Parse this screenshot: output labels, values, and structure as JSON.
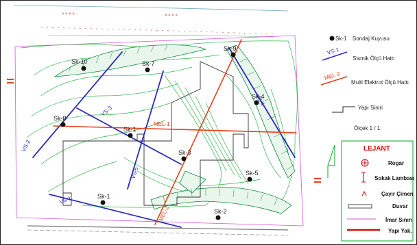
{
  "boreholes": [
    {
      "label": "Sk-10"
    },
    {
      "label": "Sk-7"
    },
    {
      "label": "Sk-9"
    },
    {
      "label": "Sk-4"
    },
    {
      "label": "Sk-8"
    },
    {
      "label": "Sk-1"
    },
    {
      "label": "Sk-3"
    },
    {
      "label": "Sk-5"
    },
    {
      "label": "Sk-1"
    },
    {
      "label": "Sk-2"
    }
  ],
  "seismic_lines": [
    {
      "label": "VS-2"
    },
    {
      "label": "VS-3"
    },
    {
      "label": "VS-4"
    },
    {
      "label": "VS-5"
    },
    {
      "label": "VS-1"
    }
  ],
  "electrode_lines": [
    {
      "label": "MEL-1"
    },
    {
      "label": "MEL-2"
    }
  ],
  "right_key": {
    "borehole_sample": "Sk-1",
    "borehole_text": "Sondaj Kuyusu",
    "seismic_sample": "VS-1",
    "seismic_text": "Sismik Ölçü Hattı",
    "electrode_sample": "MEL-2",
    "electrode_text": "Multi Elektrot Ölçü Hattı",
    "building_text": "Yapı Siniri",
    "scale_text": "Ölçek 1 / 1"
  },
  "legend": {
    "title": "LEJANT",
    "items": [
      "Rogar",
      "Sokak Lambası",
      "Çayır Çimen",
      "Duvar",
      "İmar Sınırı",
      "Yapı Yak."
    ]
  },
  "colors": {
    "seismic": "#2b2bbf",
    "electrode": "#e8401c",
    "contour": "#2fb84a",
    "contour_dark": "#0c8a3a",
    "building": "#333333",
    "zoning": "#d455d4",
    "road": "#3a9a9a",
    "legend_border": "#2fb84a",
    "legend_title": "#d01010"
  }
}
